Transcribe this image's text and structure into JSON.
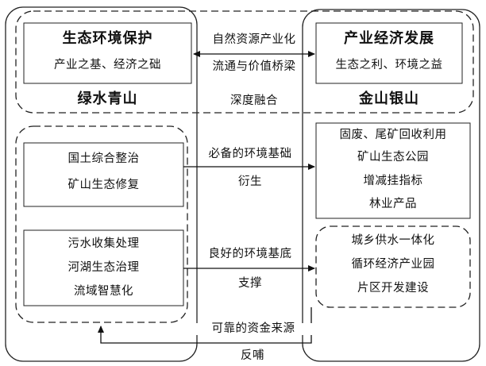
{
  "left_column": {
    "top_box": {
      "title": "生态环境保护",
      "subtitle": "产业之基、经济之础"
    },
    "label": "绿水青山",
    "box_a": {
      "lines": [
        "国土综合整治",
        "矿山生态修复"
      ]
    },
    "box_b": {
      "lines": [
        "污水收集处理",
        "河湖生态治理",
        "流域智慧化"
      ]
    }
  },
  "right_column": {
    "top_box": {
      "title": "产业经济发展",
      "subtitle": "生态之利、环境之益"
    },
    "label": "金山银山",
    "box_c": {
      "lines": [
        "固废、尾矿回收利用",
        "矿山生态公园",
        "增减挂指标",
        "林业产品"
      ]
    },
    "box_d": {
      "lines": [
        "城乡供水一体化",
        "循环经济产业园",
        "片区开发建设"
      ]
    }
  },
  "connectors": {
    "top": {
      "line1": "自然资源产业化",
      "line2": "流通与价值桥梁",
      "caption": "深度融合"
    },
    "mid1": {
      "above": "必备的环境基础",
      "below": "衍生"
    },
    "mid2": {
      "above": "良好的环境基底",
      "below": "支撑"
    },
    "bottom": {
      "above": "可靠的资金来源",
      "below": "反哺"
    }
  }
}
